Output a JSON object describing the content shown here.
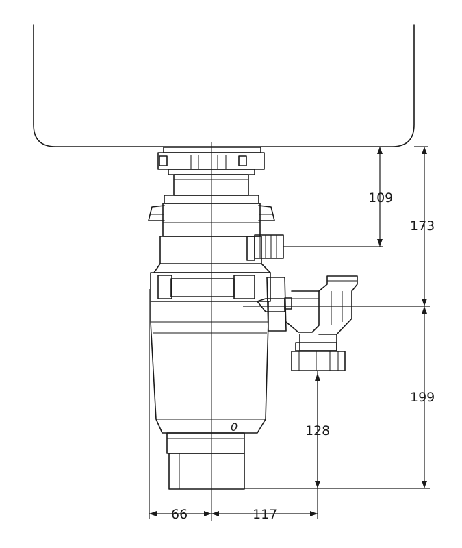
{
  "dimensions": {
    "d109": "109",
    "d173": "173",
    "d199": "199",
    "d128": "128",
    "d66": "66",
    "d117": "117"
  },
  "switch_mark": "0"
}
